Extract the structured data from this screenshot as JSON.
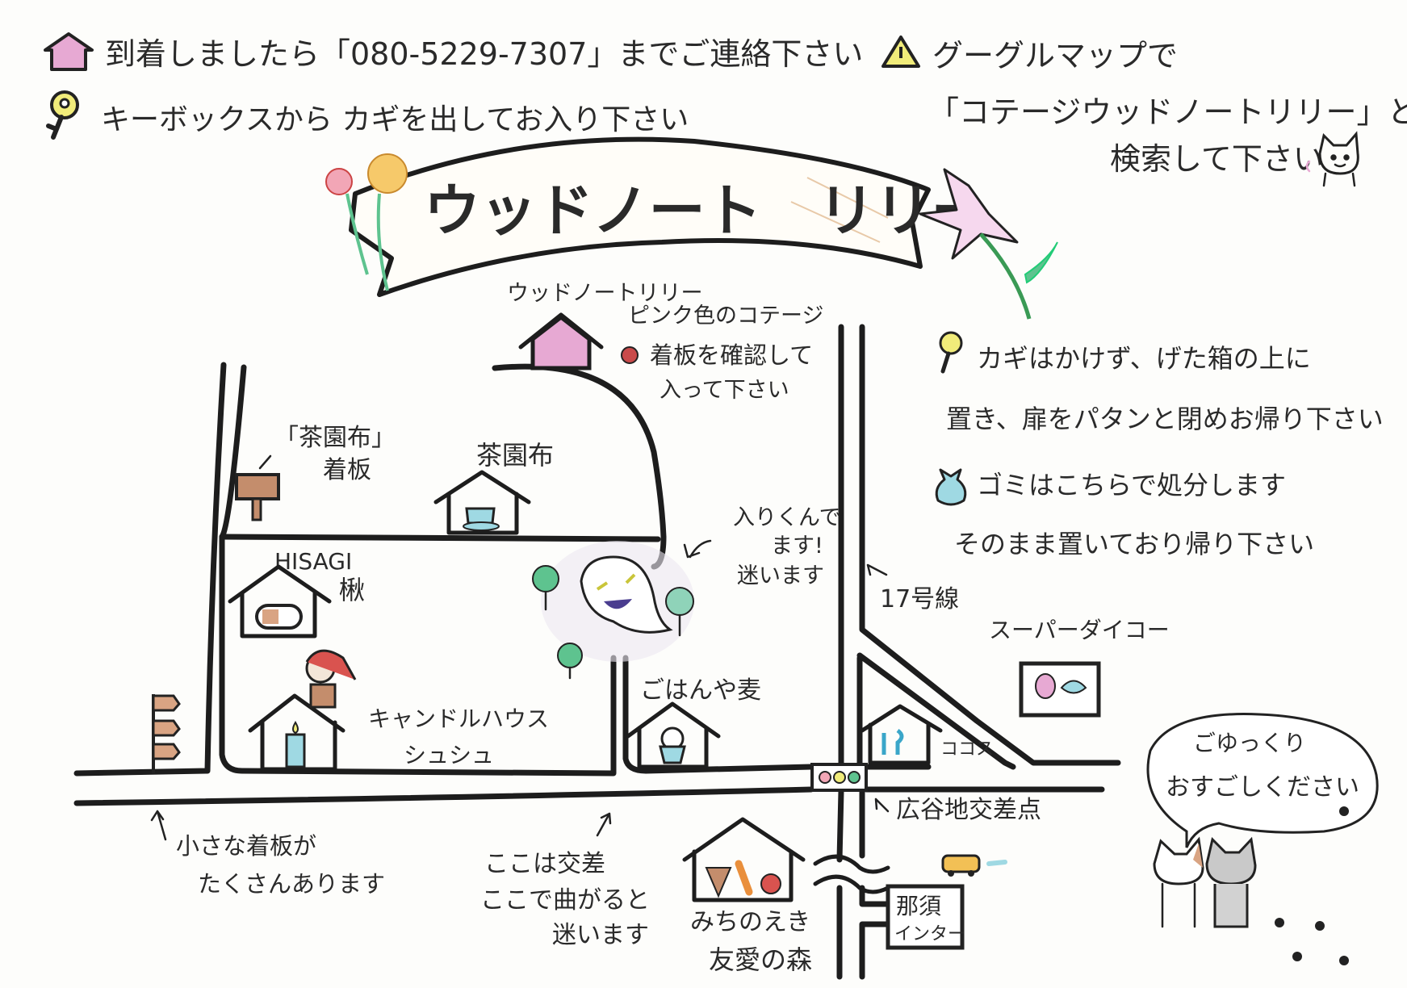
{
  "header": {
    "contact_note": "到着しましたら「080-5229-7307」までご連絡下さい",
    "key_note": "キーボックスから カギを出してお入り下さい",
    "google_note_1": "グーグルマップで",
    "google_note_2": "「コテージウッドノートリリー」と",
    "google_note_3": "検索して下さい"
  },
  "banner": {
    "title": "ウッドノート　リリー"
  },
  "checkout": {
    "key_line_1": "カギはかけず、げた箱の上に",
    "key_line_2": "置き、扉をパタンと閉めお帰り下さい",
    "trash_line_1": "ゴミはこちらで処分します",
    "trash_line_2": "そのまま置いており帰り下さい"
  },
  "map": {
    "cottage": {
      "name": "ウッドノートリリー",
      "line1": "ピンク色のコテージ",
      "line2": "着板を確認して",
      "line3": "入って下さい"
    },
    "chaenfu_sign": {
      "line1": "「茶園布」",
      "line2": "着板"
    },
    "chaenfu": "茶園布",
    "hisagi": {
      "line1": "HISAGI",
      "line2": "楸"
    },
    "candle_house": {
      "line1": "キャンドルハウス",
      "line2": "シュシュ"
    },
    "winding_note": {
      "line1": "入りくんで",
      "line2": "ます!",
      "line3": "迷います"
    },
    "gohanya": "ごはんや麦",
    "route17": "17号線",
    "super": "スーパーダイコー",
    "cocos": "ココス",
    "intersection": "広谷地交差点",
    "michinoeki": {
      "line1": "みちのえき",
      "line2": "友愛の森"
    },
    "nasu_ic": {
      "line1": "那須",
      "line2": "インター"
    },
    "small_signs": {
      "line1": "小さな着板が",
      "line2": "たくさんあります"
    },
    "wrong_turn": {
      "line1": "ここは交差",
      "line2": "ここで曲がると",
      "line3": "迷います"
    },
    "bubble": {
      "line1": "ごゆっくり",
      "line2": "おすごしください"
    }
  },
  "colors": {
    "pink": "#e7a9d3",
    "yellow": "#f1ec7a",
    "brown": "#c48d6c",
    "blue": "#9fd9e3",
    "green": "#5ec38f"
  }
}
